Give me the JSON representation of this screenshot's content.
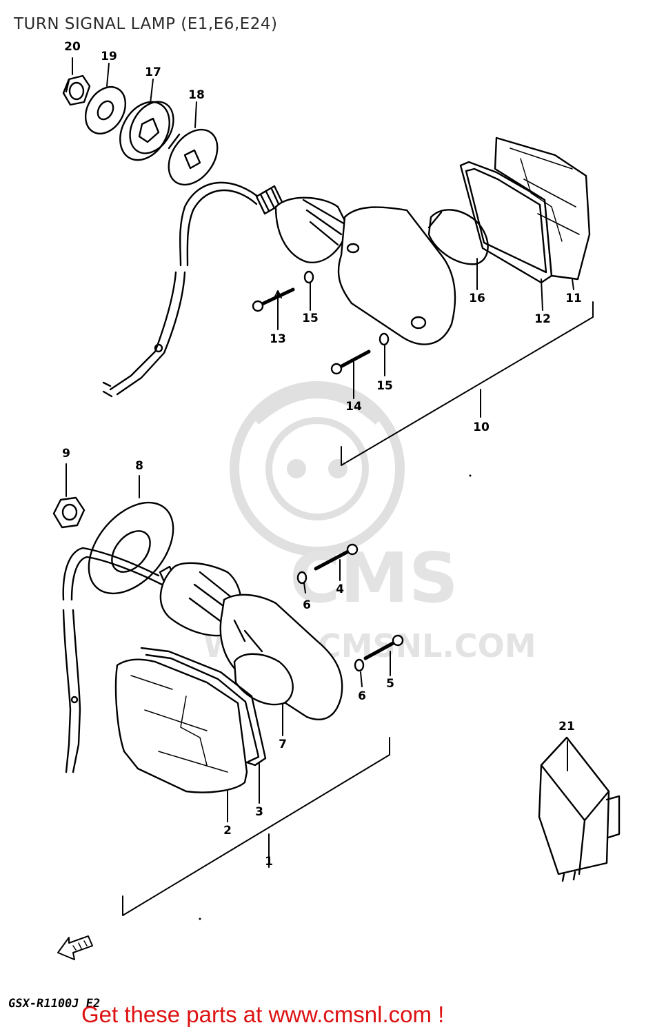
{
  "title": "TURN SIGNAL LAMP (E1,E6,E24)",
  "model_code": "GSX-R1100J E2",
  "banner": "Get these parts at www.cmsnl.com !",
  "watermark": {
    "line1": "CMS",
    "line2": "WWW.CMSNL.COM"
  },
  "colors": {
    "banner": "#dd1111",
    "title": "#2a2a2a",
    "lines": "#000000"
  },
  "callouts": {
    "p1": "1",
    "p2": "2",
    "p3": "3",
    "p4": "4",
    "p5": "5",
    "p6a": "6",
    "p6b": "6",
    "p7": "7",
    "p8": "8",
    "p9": "9",
    "p10": "10",
    "p11": "11",
    "p12": "12",
    "p13": "13",
    "p14": "14",
    "p15a": "15",
    "p15b": "15",
    "p16": "16",
    "p17": "17",
    "p18": "18",
    "p19": "19",
    "p20": "20",
    "p21": "21"
  },
  "icons": [
    "front-direction-arrow-icon"
  ]
}
